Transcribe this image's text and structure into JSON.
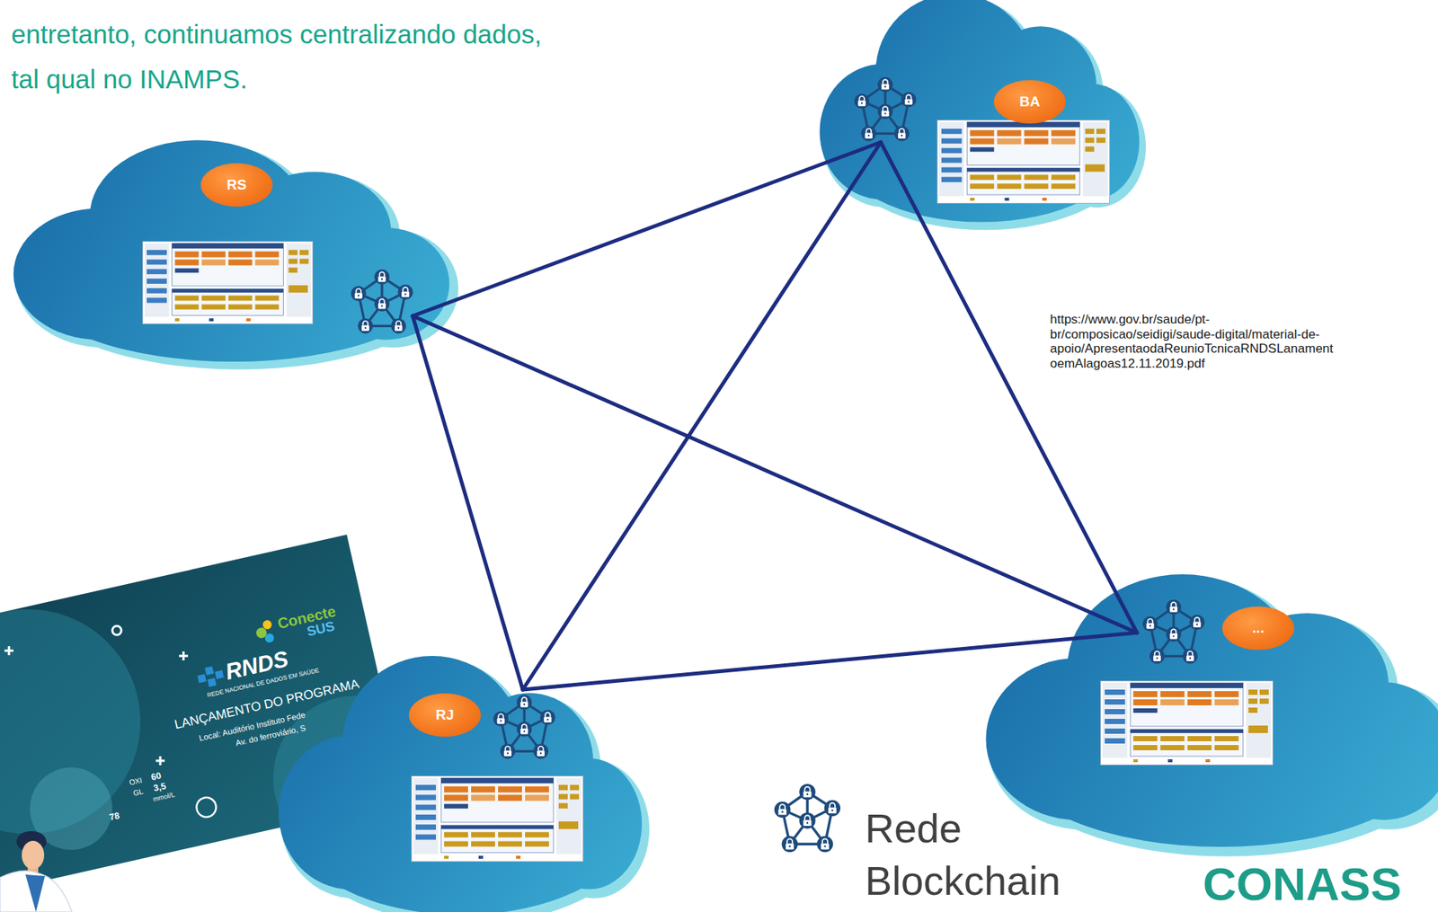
{
  "diagram": {
    "title": "entretanto, continuamos centralizando dados, tal qual no INAMPS.",
    "nodes": [
      {
        "text": [
          "RS"
        ]
      },
      {
        "text": [
          "BA"
        ]
      },
      {
        "text": [
          "RJ"
        ]
      },
      {
        "text": [
          "..."
        ]
      }
    ],
    "edges": [
      {
        "from": 0,
        "to": 1,
        "arrow": "none"
      },
      {
        "from": 0,
        "to": 2,
        "arrow": "none"
      },
      {
        "from": 0,
        "to": 3,
        "arrow": "none"
      },
      {
        "from": 1,
        "to": 2,
        "arrow": "none"
      },
      {
        "from": 1,
        "to": 3,
        "arrow": "none"
      },
      {
        "from": 2,
        "to": 3,
        "arrow": "none"
      }
    ],
    "labels": [
      "Conecte",
      "SUS",
      "RNDS",
      "REDE NACIONAL DE DADOS EM SAÚDE",
      "LANÇAMENTO DO PROGRAMA",
      "Local: Auditório Instituto Fede",
      "Av. do ferroviário, S",
      "OXI",
      "60",
      "GL",
      "3,5",
      "mmol/L",
      "78",
      "https://www.gov.br/saude/pt- br/composicao/seidigi/saude-digital/material-de- apoio/ApresentaodaReunioTcnicaRNDSLanament oemAlagoas12.11.2019.pdf",
      "CONASS"
    ],
    "legend": [
      {
        "text": "Rede Blockchain"
      }
    ]
  }
}
